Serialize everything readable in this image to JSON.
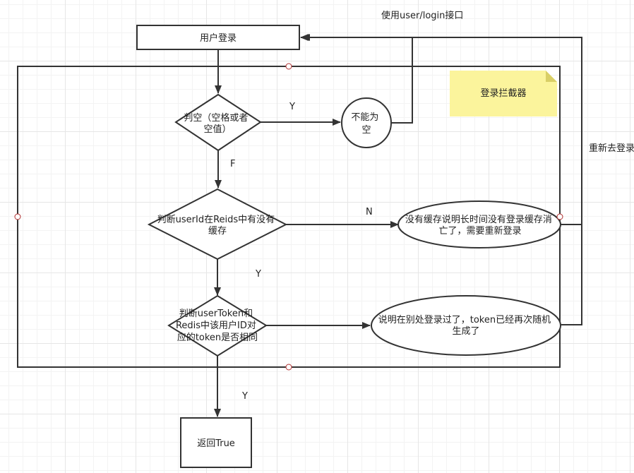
{
  "nodes": {
    "user_login": "用户登录",
    "check_empty": [
      "判空（空格或者",
      "空值）"
    ],
    "cannot_be_empty": [
      "不能为",
      "空"
    ],
    "check_redis": [
      "判断userId在Reids中有没有",
      "缓存"
    ],
    "no_cache": [
      "没有缓存说明长时间没有登录缓存消",
      "亡了，需要重新登录"
    ],
    "check_token": [
      "判断userToken和",
      "Redis中该用户ID对",
      "应的token是否相同"
    ],
    "logged_elsewhere": [
      "说明在别处登录过了，token已经再次随机",
      "生成了"
    ],
    "return_true": "返回True"
  },
  "note": {
    "text": "登录拦截器",
    "color": "#fbf49c"
  },
  "edge_labels": {
    "use_login_api": "使用user/login接口",
    "relogin": "重新去登录",
    "empty_yes": "Y",
    "empty_no": "F",
    "redis_no": "N",
    "redis_yes": "Y",
    "token_yes": "Y"
  }
}
